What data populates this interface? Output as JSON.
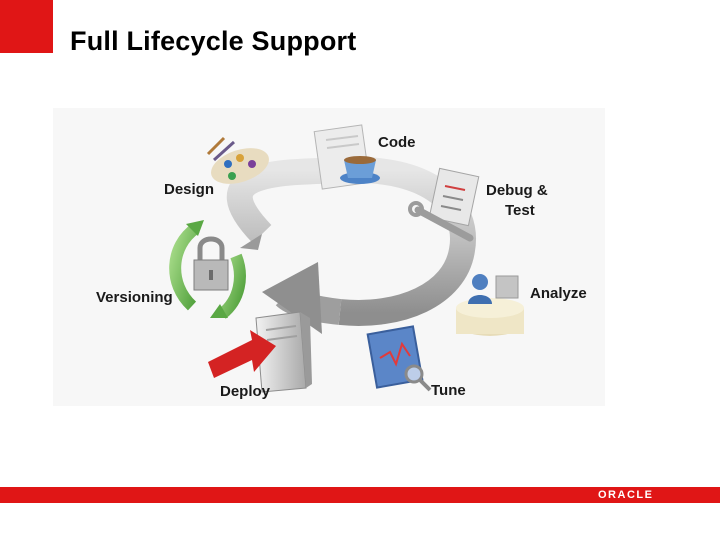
{
  "slide": {
    "title": "Full Lifecycle Support"
  },
  "diagram": {
    "stages": [
      {
        "label": "Code",
        "icon": "coffee-cup-document-icon"
      },
      {
        "label": "Debug &",
        "label2": "Test",
        "icon": "wrench-checklist-icon"
      },
      {
        "label": "Analyze",
        "icon": "analyst-desk-icon"
      },
      {
        "label": "Tune",
        "icon": "monitor-magnifier-icon"
      },
      {
        "label": "Deploy",
        "icon": "server-arrow-icon"
      },
      {
        "label": "Versioning",
        "icon": "padlock-cycle-icon"
      },
      {
        "label": "Design",
        "icon": "paint-palette-icon"
      }
    ]
  },
  "footer": {
    "logo_text": "ORACLE",
    "accent_color": "#e01616"
  }
}
